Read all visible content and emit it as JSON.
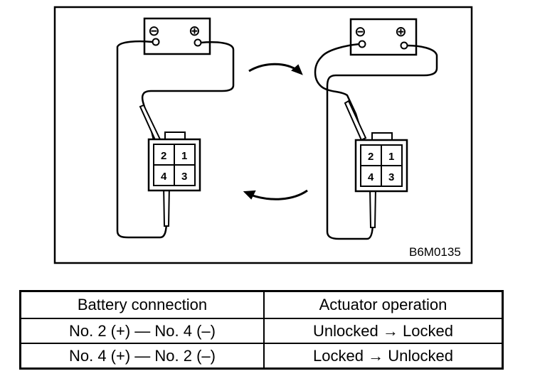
{
  "figure": {
    "code": "B6M0135",
    "battery": {
      "negative_symbol": "⊖",
      "positive_symbol": "⊕"
    },
    "connector_pins": [
      "2",
      "1",
      "4",
      "3"
    ]
  },
  "table": {
    "headers": [
      "Battery connection",
      "Actuator operation"
    ],
    "rows": [
      {
        "connection": "No. 2 (+) — No. 4 (–)",
        "operation": "Unlocked → Locked"
      },
      {
        "connection": "No. 4 (+) — No. 2 (–)",
        "operation": "Locked → Unlocked"
      }
    ]
  }
}
